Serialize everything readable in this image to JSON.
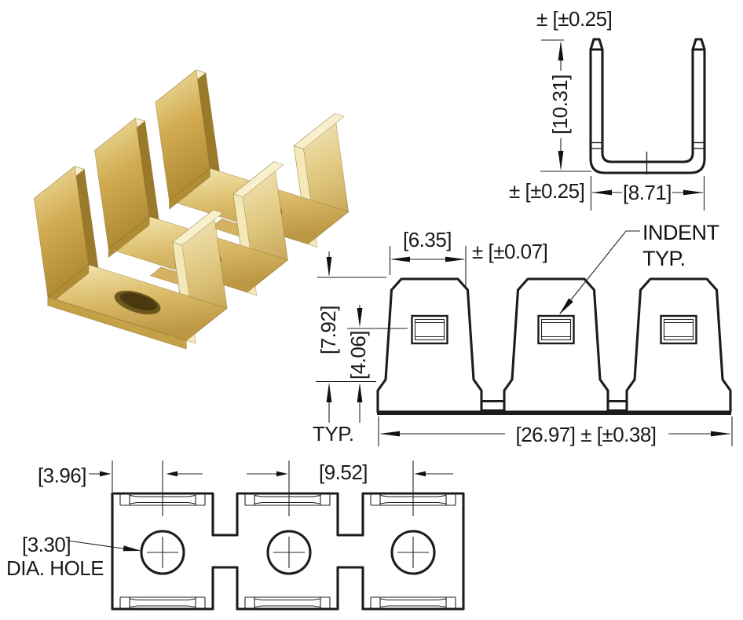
{
  "colors": {
    "line": "#1c1c1c",
    "background": "#ffffff",
    "brass_light": "#f2e5ab",
    "brass_mid": "#d9ba68",
    "brass_dark": "#a8842f"
  },
  "photo": {
    "description": "brass 3-tab terminal strip"
  },
  "end_view": {
    "tol_top": "± [±0.25]",
    "height_dim": "[10.31]",
    "tol_bottom": "± [±0.25]",
    "width_dim": "[8.71]"
  },
  "front_view": {
    "tab_width_dim": "[6.35]",
    "tab_width_tol": "± [±0.07]",
    "tab_height_dim": "[7.92]",
    "indent_height_dim": "[4.06]",
    "typ_label": "TYP.",
    "overall_width_dim": "[26.97] ± [±0.38]",
    "indent_callout_line1": "INDENT",
    "indent_callout_line2": "TYP."
  },
  "top_view": {
    "edge_offset_dim": "[3.96]",
    "pitch_dim": "[9.52]",
    "hole_dia_dim": "[3.30]",
    "hole_dia_label": "DIA. HOLE"
  }
}
